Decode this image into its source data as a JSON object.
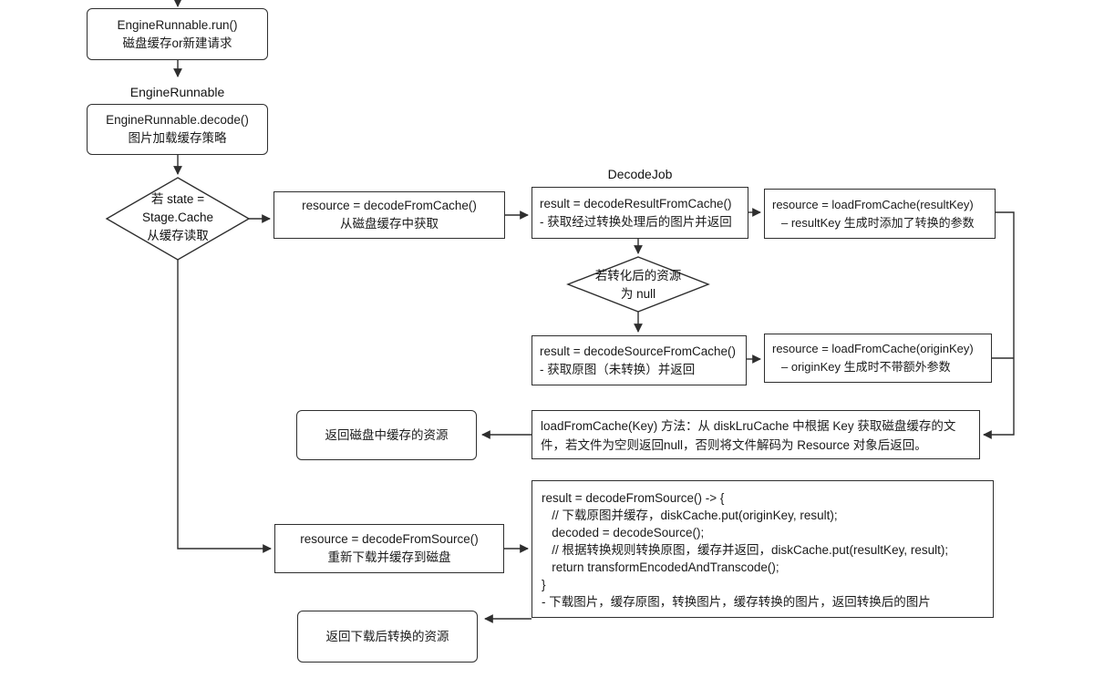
{
  "diagram": {
    "colors": {
      "stroke": "#2e2e2e",
      "text": "#1a1a1a",
      "background": "#ffffff"
    },
    "labels": {
      "engine_runnable": "EngineRunnable",
      "decode_job": "DecodeJob"
    },
    "nodes": {
      "run_box": {
        "line1": "EngineRunnable.run()",
        "line2": "磁盘缓存or新建请求"
      },
      "decode_box": {
        "line1": "EngineRunnable.decode()",
        "line2": "图片加载缓存策略"
      },
      "state_diamond": {
        "line1": "若 state =",
        "line2": "Stage.Cache",
        "line3": "从缓存读取"
      },
      "decode_from_cache_box": {
        "line1": "resource = decodeFromCache()",
        "line2": "从磁盘缓存中获取"
      },
      "decode_result_from_cache_box": {
        "line1": "result = decodeResultFromCache()",
        "line2": "- 获取经过转换处理后的图片并返回"
      },
      "load_result_key_box": {
        "line1": "resource = loadFromCache(resultKey)",
        "line2": "– resultKey 生成时添加了转换的参数"
      },
      "null_diamond": {
        "line1": "若转化后的资源",
        "line2": "为 null"
      },
      "decode_source_from_cache_box": {
        "line1": "result = decodeSourceFromCache()",
        "line2": "- 获取原图（未转换）并返回"
      },
      "load_origin_key_box": {
        "line1": "resource = loadFromCache(originKey)",
        "line2": "– originKey 生成时不带额外参数"
      },
      "load_from_cache_note_box": {
        "text": "loadFromCache(Key) 方法：从 diskLruCache 中根据 Key 获取磁盘缓存的文件，若文件为空则返回null，否则将文件解码为 Resource 对象后返回。"
      },
      "return_disk_cache_box": {
        "text": "返回磁盘中缓存的资源"
      },
      "decode_from_source_box": {
        "line1": "resource = decodeFromSource()",
        "line2": "重新下载并缓存到磁盘"
      },
      "code_box": {
        "lines": [
          "result = decodeFromSource() -> {",
          "   // 下载原图并缓存，diskCache.put(originKey, result);",
          "   decoded = decodeSource();",
          "   // 根据转换规则转换原图，缓存并返回，diskCache.put(resultKey, result);",
          "   return transformEncodedAndTranscode();",
          "}",
          "- 下载图片，缓存原图，转换图片，缓存转换的图片，返回转换后的图片"
        ]
      },
      "return_downloaded_box": {
        "text": "返回下载后转换的资源"
      }
    }
  }
}
